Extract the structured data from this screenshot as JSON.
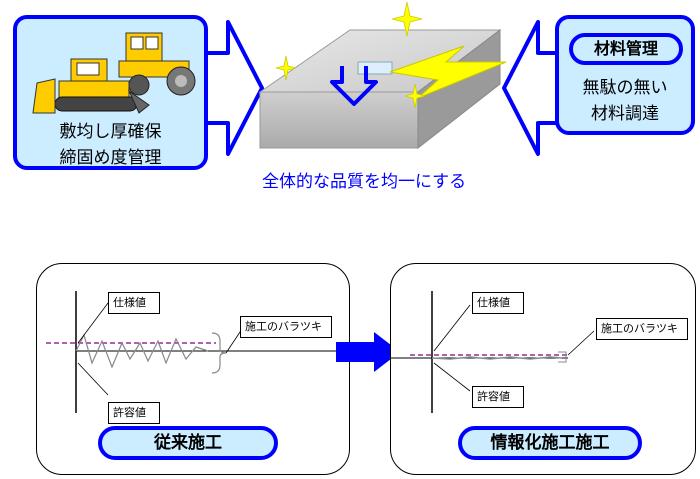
{
  "top": {
    "left_callout": {
      "line1": "敷均し厚確保",
      "line2": "締固め度管理"
    },
    "right_callout": {
      "badge": "材料管理",
      "line1": "無駄の無い",
      "line2": "材料調達"
    },
    "center_caption": "全体的な品質を均一にする"
  },
  "bottom": {
    "left_panel": {
      "spec_label": "仕様値",
      "variation_label": "施工のバラツキ",
      "tolerance_label": "許容値",
      "title": "従来施工"
    },
    "right_panel": {
      "spec_label": "仕様値",
      "variation_label": "施工のバラツキ",
      "tolerance_label": "許容値",
      "title": "情報化施工施工"
    }
  },
  "colors": {
    "accent_blue": "#0000ff",
    "callout_fill": "#ccecff",
    "lightning": "#ffff00",
    "spec_line": "#800080"
  },
  "icons": [
    "bulldozer-icon",
    "road-roller-icon",
    "sparkle-icon",
    "lightning-icon",
    "down-arrow-icon",
    "right-arrow-icon"
  ]
}
